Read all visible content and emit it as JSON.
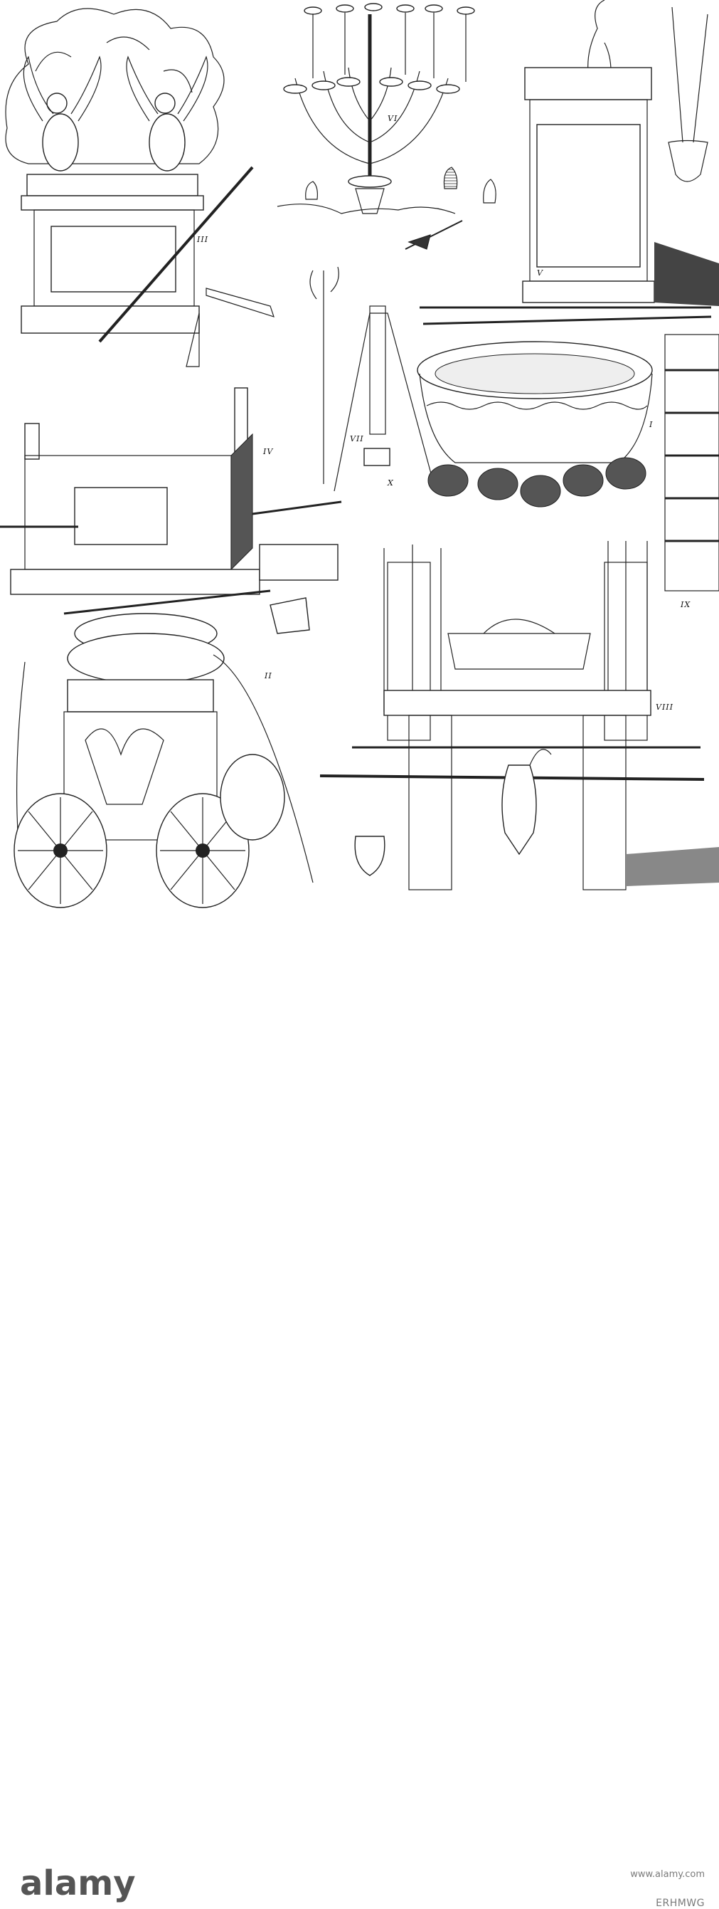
{
  "plate": {
    "numerals": {
      "i": "I",
      "ii": "II",
      "iii": "III",
      "iv": "IV",
      "v": "V",
      "vi": "VI",
      "vii": "VII",
      "viii": "VIII",
      "ix": "IX",
      "x": "X"
    }
  },
  "footer": {
    "logo_text": "alamy",
    "image_id": "ERHMWG",
    "url": "www.alamy.com"
  },
  "colors": {
    "ink": "#222222",
    "paper": "#ffffff",
    "footer_text": "#7a7a7a"
  }
}
